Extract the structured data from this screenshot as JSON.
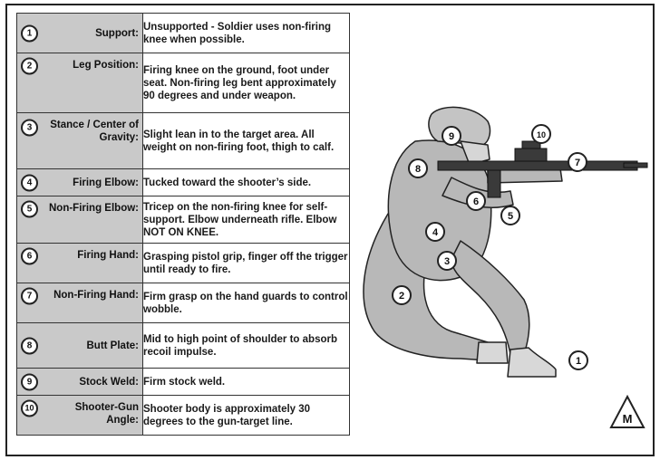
{
  "rows": [
    {
      "num": "1",
      "label": "Support:",
      "desc": "Unsupported - Soldier uses non-firing knee when possible."
    },
    {
      "num": "2",
      "label": "Leg Position:",
      "desc": "Firing knee on the ground, foot under seat. Non-firing leg bent approximately 90 degrees and under weapon."
    },
    {
      "num": "3",
      "label": "Stance / Center of Gravity:",
      "desc": "Slight lean in to the target area. All weight on non-firing foot, thigh to calf."
    },
    {
      "num": "4",
      "label": "Firing Elbow:",
      "desc": "Tucked toward the shooter’s side."
    },
    {
      "num": "5",
      "label": "Non-Firing Elbow:",
      "desc": "Tricep on the non-firing knee for self-support. Elbow underneath rifle. Elbow NOT ON KNEE."
    },
    {
      "num": "6",
      "label": "Firing Hand:",
      "desc": "Grasping pistol grip, finger off the trigger until ready to fire."
    },
    {
      "num": "7",
      "label": "Non-Firing Hand:",
      "desc": "Firm grasp on the hand guards to control wobble."
    },
    {
      "num": "8",
      "label": "Butt Plate:",
      "desc": "Mid to high point of shoulder to absorb recoil impulse."
    },
    {
      "num": "9",
      "label": "Stock Weld:",
      "desc": "Firm stock weld."
    },
    {
      "num": "10",
      "label": "Shooter-Gun Angle:",
      "desc": "Shooter body is approximately 30 degrees to the gun-target line."
    }
  ],
  "figure": {
    "callouts": [
      "9",
      "10",
      "8",
      "7",
      "6",
      "5",
      "4",
      "3",
      "2",
      "1"
    ],
    "badge_letter": "M"
  },
  "colors": {
    "label_bg": "#c9c9c9",
    "figure_fill": "#b8b8b8",
    "outline": "#222222"
  }
}
